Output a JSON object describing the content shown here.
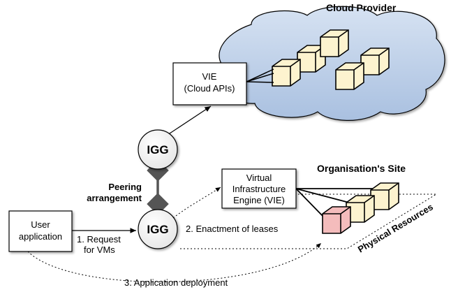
{
  "cloud_provider": {
    "title": "Cloud Provider"
  },
  "vie_cloud": {
    "line1": "VIE",
    "line2": "(Cloud APIs)"
  },
  "igg_top": {
    "label": "IGG"
  },
  "igg_bottom": {
    "label": "IGG"
  },
  "peering": {
    "line1": "Peering",
    "line2": "arrangement"
  },
  "org_site": {
    "title": "Organisation's Site"
  },
  "vie_org": {
    "line1": "Virtual",
    "line2": "Infrastructure",
    "line3": "Engine (VIE)"
  },
  "user_app": {
    "line1": "User",
    "line2": "application"
  },
  "request": {
    "line1": "1. Request",
    "line2": "for VMs"
  },
  "enactment": {
    "label": "2. Enactment of leases"
  },
  "deployment": {
    "label": "3. Application deployment"
  },
  "physical": {
    "label": "Physical Resources"
  },
  "colors": {
    "cloud_fill": "#b7cbe6",
    "cube_fill": "#fdf3cf",
    "highlight_cube_fill": "#f4bcbc"
  }
}
